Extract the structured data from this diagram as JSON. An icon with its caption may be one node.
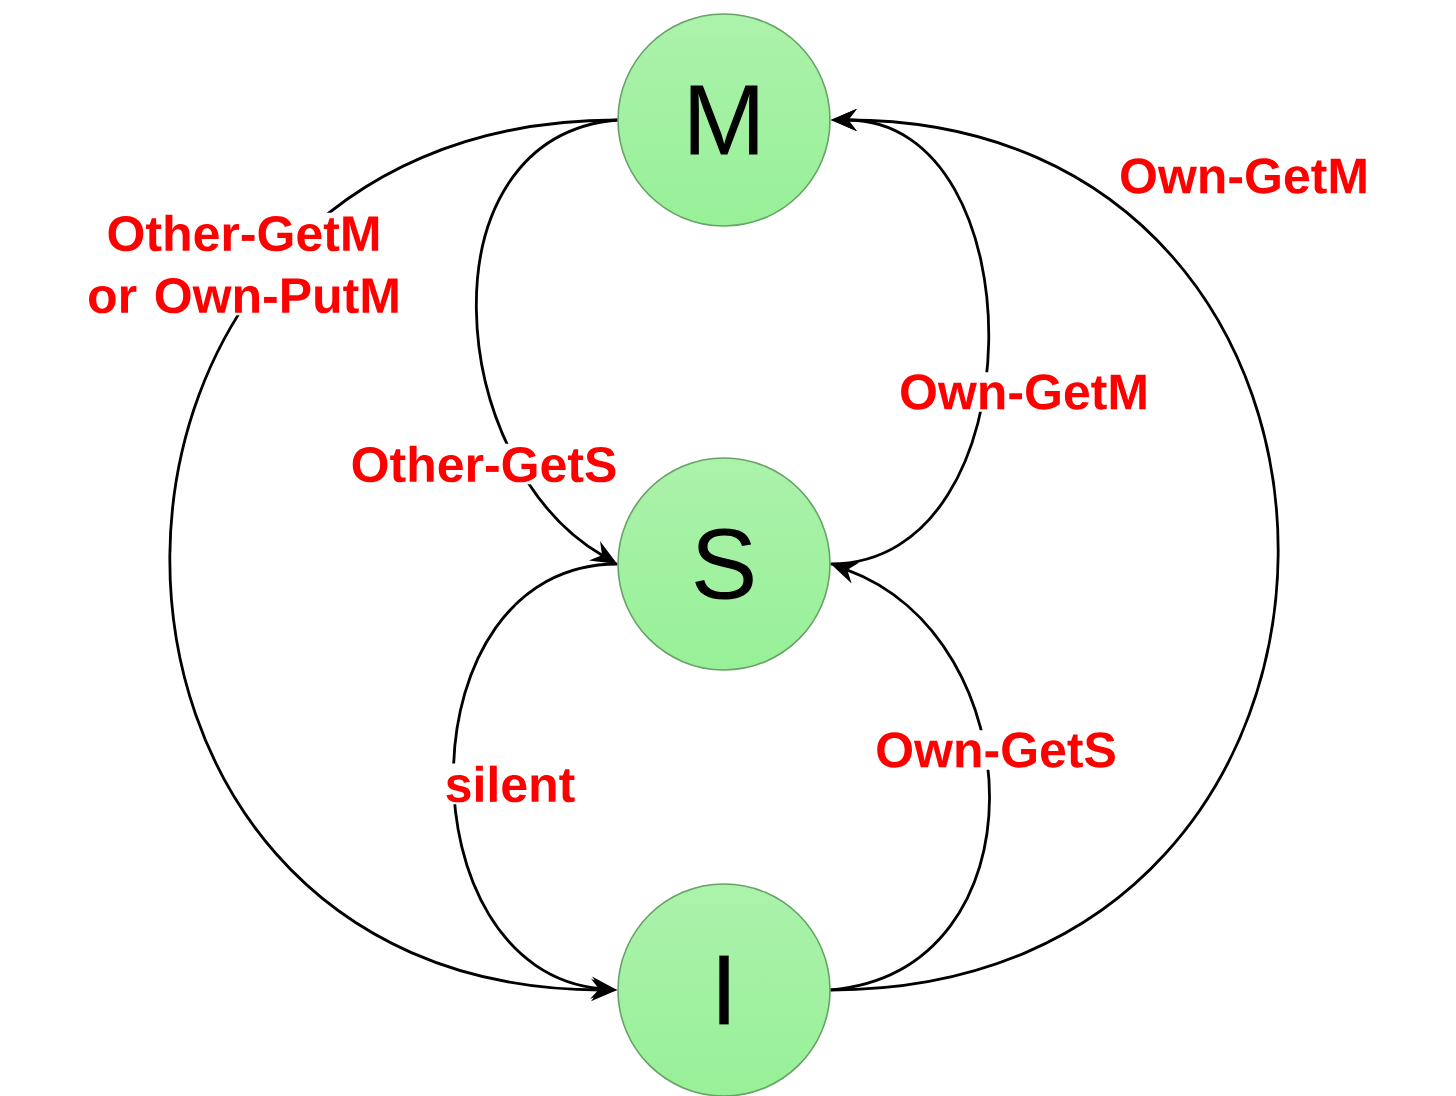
{
  "diagram": {
    "nodes": [
      {
        "text": [
          "M"
        ]
      },
      {
        "text": [
          "S"
        ]
      },
      {
        "text": [
          "I"
        ]
      }
    ],
    "edges": [
      {
        "from": 0,
        "to": 2,
        "arrow": "to",
        "label": "Other-GetM or Own-PutM"
      },
      {
        "from": 0,
        "to": 1,
        "arrow": "to",
        "label": "Other-GetS"
      },
      {
        "from": 1,
        "to": 0,
        "arrow": "to",
        "label": "Own-GetM"
      },
      {
        "from": 2,
        "to": 0,
        "arrow": "to",
        "label": "Own-GetM"
      },
      {
        "from": 1,
        "to": 2,
        "arrow": "to",
        "label": "silent"
      },
      {
        "from": 2,
        "to": 1,
        "arrow": "to",
        "label": "Own-GetS"
      }
    ]
  }
}
